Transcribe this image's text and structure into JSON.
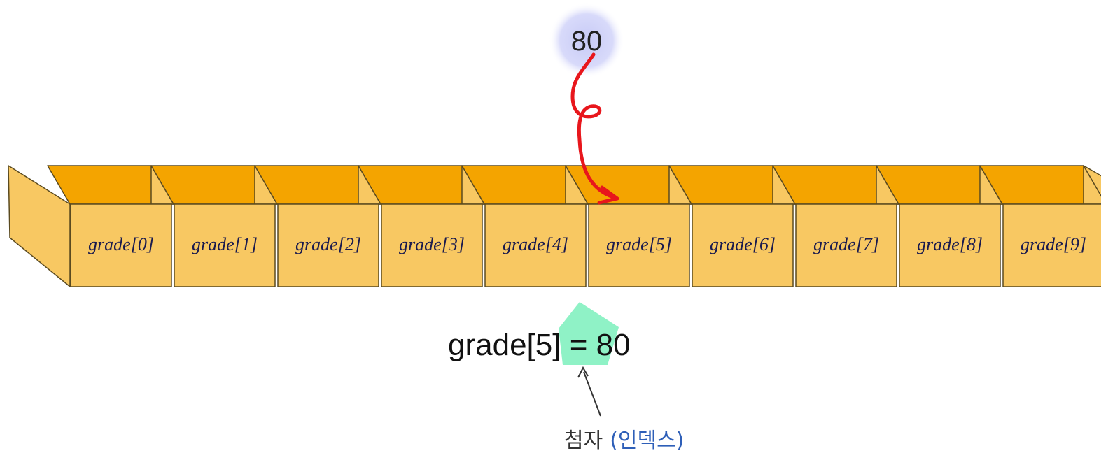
{
  "value_ball": {
    "text": "80"
  },
  "array": {
    "cells": [
      "grade[0]",
      "grade[1]",
      "grade[2]",
      "grade[3]",
      "grade[4]",
      "grade[5]",
      "grade[6]",
      "grade[7]",
      "grade[8]",
      "grade[9]"
    ],
    "target_index": 5
  },
  "expression": {
    "prefix": "grade",
    "open_bracket": "[",
    "index": "5",
    "close_bracket": "]",
    "suffix": " = 80"
  },
  "annotation": {
    "label": "첨자",
    "paren": "(인덱스)"
  },
  "colors": {
    "box_front": "#f8c862",
    "box_inside": "#f4a400",
    "box_stroke": "#5a4a20",
    "arrow": "#e8161c",
    "ball": "#cfd2f8",
    "index_highlight": "#8ff2c6",
    "annotation_blue": "#2e5fb8"
  }
}
